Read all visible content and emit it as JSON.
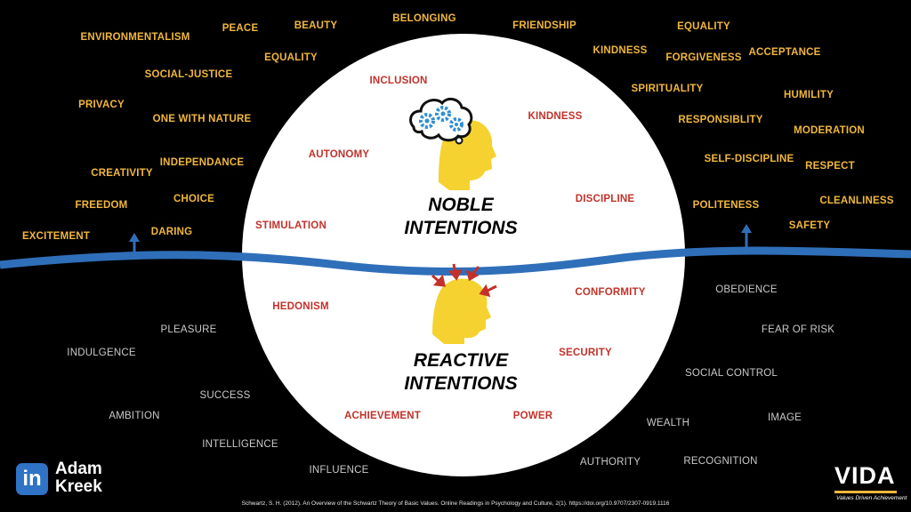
{
  "noble": {
    "line1": "NOBLE",
    "line2": "INTENTIONS"
  },
  "reactive": {
    "line1": "REACTIVE",
    "line2": "INTENTIONS"
  },
  "values_inner_noble": [
    "INCLUSION",
    "KINDNESS",
    "AUTONOMY",
    "DISCIPLINE",
    "STIMULATION"
  ],
  "values_inner_reactive": [
    "HEDONISM",
    "CONFORMITY",
    "SECURITY",
    "ACHIEVEMENT",
    "POWER"
  ],
  "values_outer_noble": [
    "ENVIRONMENTALISM",
    "PEACE",
    "BEAUTY",
    "BELONGING",
    "FRIENDSHIP",
    "EQUALITY",
    "EQUALITY",
    "KINDNESS",
    "FORGIVENESS",
    "ACCEPTANCE",
    "SOCIAL-JUSTICE",
    "PRIVACY",
    "ONE WITH NATURE",
    "SPIRITUALITY",
    "HUMILITY",
    "RESPONSIBLITY",
    "MODERATION",
    "CREATIVITY",
    "INDEPENDANCE",
    "SELF-DISCIPLINE",
    "RESPECT",
    "FREEDOM",
    "CHOICE",
    "POLITENESS",
    "CLEANLINESS",
    "EXCITEMENT",
    "DARING",
    "SAFETY"
  ],
  "values_outer_reactive": [
    "OBEDIENCE",
    "PLEASURE",
    "FEAR OF RISK",
    "INDULGENCE",
    "SOCIAL CONTROL",
    "SUCCESS",
    "AMBITION",
    "IMAGE",
    "WEALTH",
    "INTELLIGENCE",
    "AUTHORITY",
    "RECOGNITION",
    "INFLUENCE"
  ],
  "brand": {
    "icon": "in",
    "name_line1": "Adam",
    "name_line2": "Kreek"
  },
  "citation": "Schwartz, S. H. (2012). An Overview of the Schwartz Theory of Basic Values. Online Readings in Psychology and Culture, 2(1). https://doi.org/10.9707/2307-0919.1116",
  "vida": {
    "logo": "VIDA",
    "tagline": "Values Driven Achievement"
  },
  "colors": {
    "noble_outer": "#f1b73a",
    "inner": "#c2322b",
    "reactive_outer": "#c9c9c9",
    "wave": "#2f6fba",
    "head": "#f5d230",
    "gear": "#2f8fd6"
  }
}
